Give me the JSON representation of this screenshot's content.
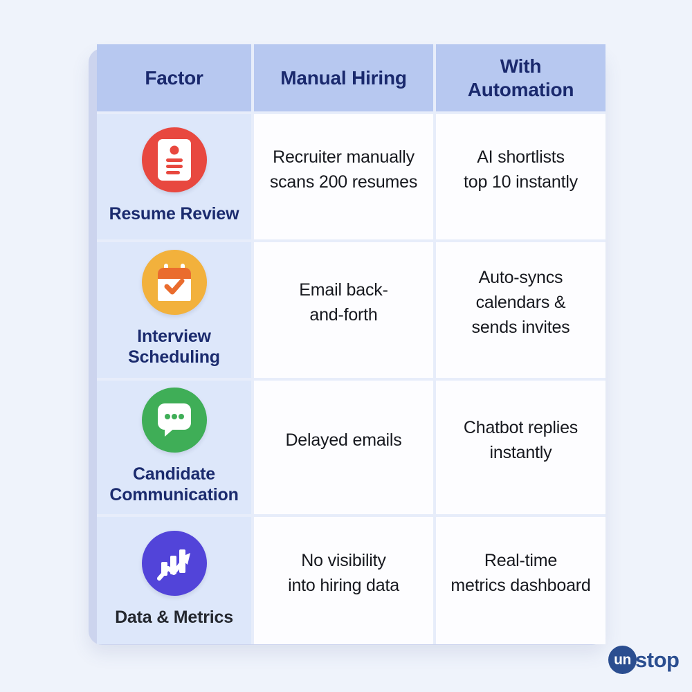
{
  "header": {
    "factor": "Factor",
    "manual": "Manual Hiring",
    "automation_lines": [
      "With",
      "Automation"
    ]
  },
  "rows": [
    {
      "factor_lines": [
        "Resume Review"
      ],
      "icon": "resume-icon",
      "icon_bg": "#E8483F",
      "manual_lines": [
        "Recruiter manually",
        "scans 200 resumes"
      ],
      "automation_lines": [
        "AI shortlists",
        "top 10 instantly"
      ]
    },
    {
      "factor_lines": [
        "Interview",
        "Scheduling"
      ],
      "icon": "calendar-icon",
      "icon_bg": "#F2B13C",
      "manual_lines": [
        "Email back-",
        "and-forth"
      ],
      "automation_lines": [
        "Auto-syncs",
        "calendars &",
        "sends invites"
      ]
    },
    {
      "factor_lines": [
        "Candidate",
        "Communication"
      ],
      "icon": "chat-icon",
      "icon_bg": "#3FAE57",
      "manual_lines": [
        "Delayed emails"
      ],
      "automation_lines": [
        "Chatbot replies",
        "instantly"
      ]
    },
    {
      "factor_lines": [
        "Data & Metrics"
      ],
      "icon": "chart-icon",
      "icon_bg": "#5244D9",
      "manual_lines": [
        "No visibility",
        "into hiring data"
      ],
      "automation_lines": [
        "Real-time",
        "metrics dashboard"
      ]
    }
  ],
  "logo": {
    "circle_text": "un",
    "rest_text": "stop",
    "color": "#2B4E90"
  },
  "colors": {
    "page_bg": "#EFF3FB",
    "card_bg": "#CCD4EE",
    "header_bg": "#B7C8F0",
    "header_text": "#1A296D",
    "factor_col_bg": "#DDE7FA",
    "cell_bg": "#FDFDFF",
    "cell_text": "#17191F",
    "factor_label": "#1B2B6E"
  }
}
